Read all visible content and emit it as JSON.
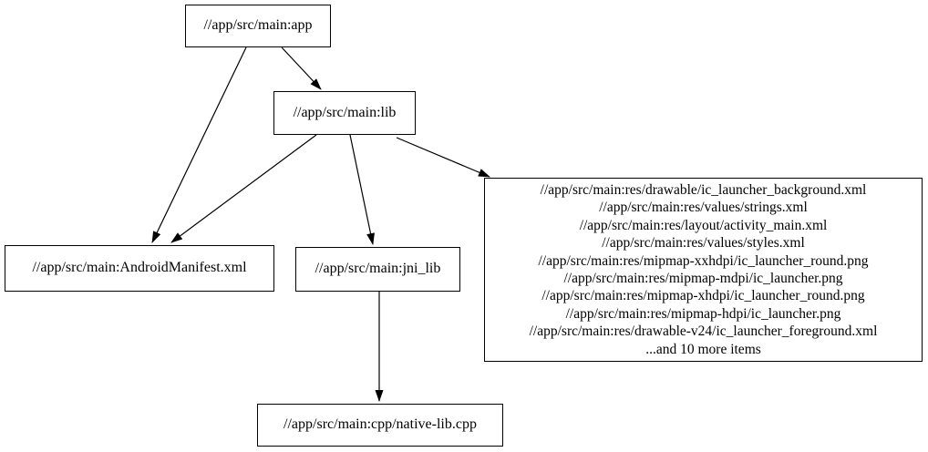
{
  "graph": {
    "background_color": "#ffffff",
    "node_border_color": "#000000",
    "text_color": "#000000",
    "nodes": [
      {
        "id": "app",
        "label": "//app/src/main:app"
      },
      {
        "id": "lib",
        "label": "//app/src/main:lib"
      },
      {
        "id": "manifest",
        "label": "//app/src/main:AndroidManifest.xml"
      },
      {
        "id": "jni_lib",
        "label": "//app/src/main:jni_lib"
      },
      {
        "id": "res_group",
        "lines": [
          "//app/src/main:res/drawable/ic_launcher_background.xml",
          "//app/src/main:res/values/strings.xml",
          "//app/src/main:res/layout/activity_main.xml",
          "//app/src/main:res/values/styles.xml",
          "//app/src/main:res/mipmap-xxhdpi/ic_launcher_round.png",
          "//app/src/main:res/mipmap-mdpi/ic_launcher.png",
          "//app/src/main:res/mipmap-xhdpi/ic_launcher_round.png",
          "//app/src/main:res/mipmap-hdpi/ic_launcher.png",
          "//app/src/main:res/drawable-v24/ic_launcher_foreground.xml",
          "...and 10 more items"
        ]
      },
      {
        "id": "native_lib",
        "label": "//app/src/main:cpp/native-lib.cpp"
      }
    ],
    "edges": [
      {
        "from": "//app/src/main:app",
        "to": "//app/src/main:lib"
      },
      {
        "from": "//app/src/main:app",
        "to": "//app/src/main:AndroidManifest.xml"
      },
      {
        "from": "//app/src/main:lib",
        "to": "//app/src/main:AndroidManifest.xml"
      },
      {
        "from": "//app/src/main:lib",
        "to": "//app/src/main:jni_lib"
      },
      {
        "from": "//app/src/main:lib",
        "to": "res_group"
      },
      {
        "from": "//app/src/main:jni_lib",
        "to": "//app/src/main:cpp/native-lib.cpp"
      }
    ]
  }
}
